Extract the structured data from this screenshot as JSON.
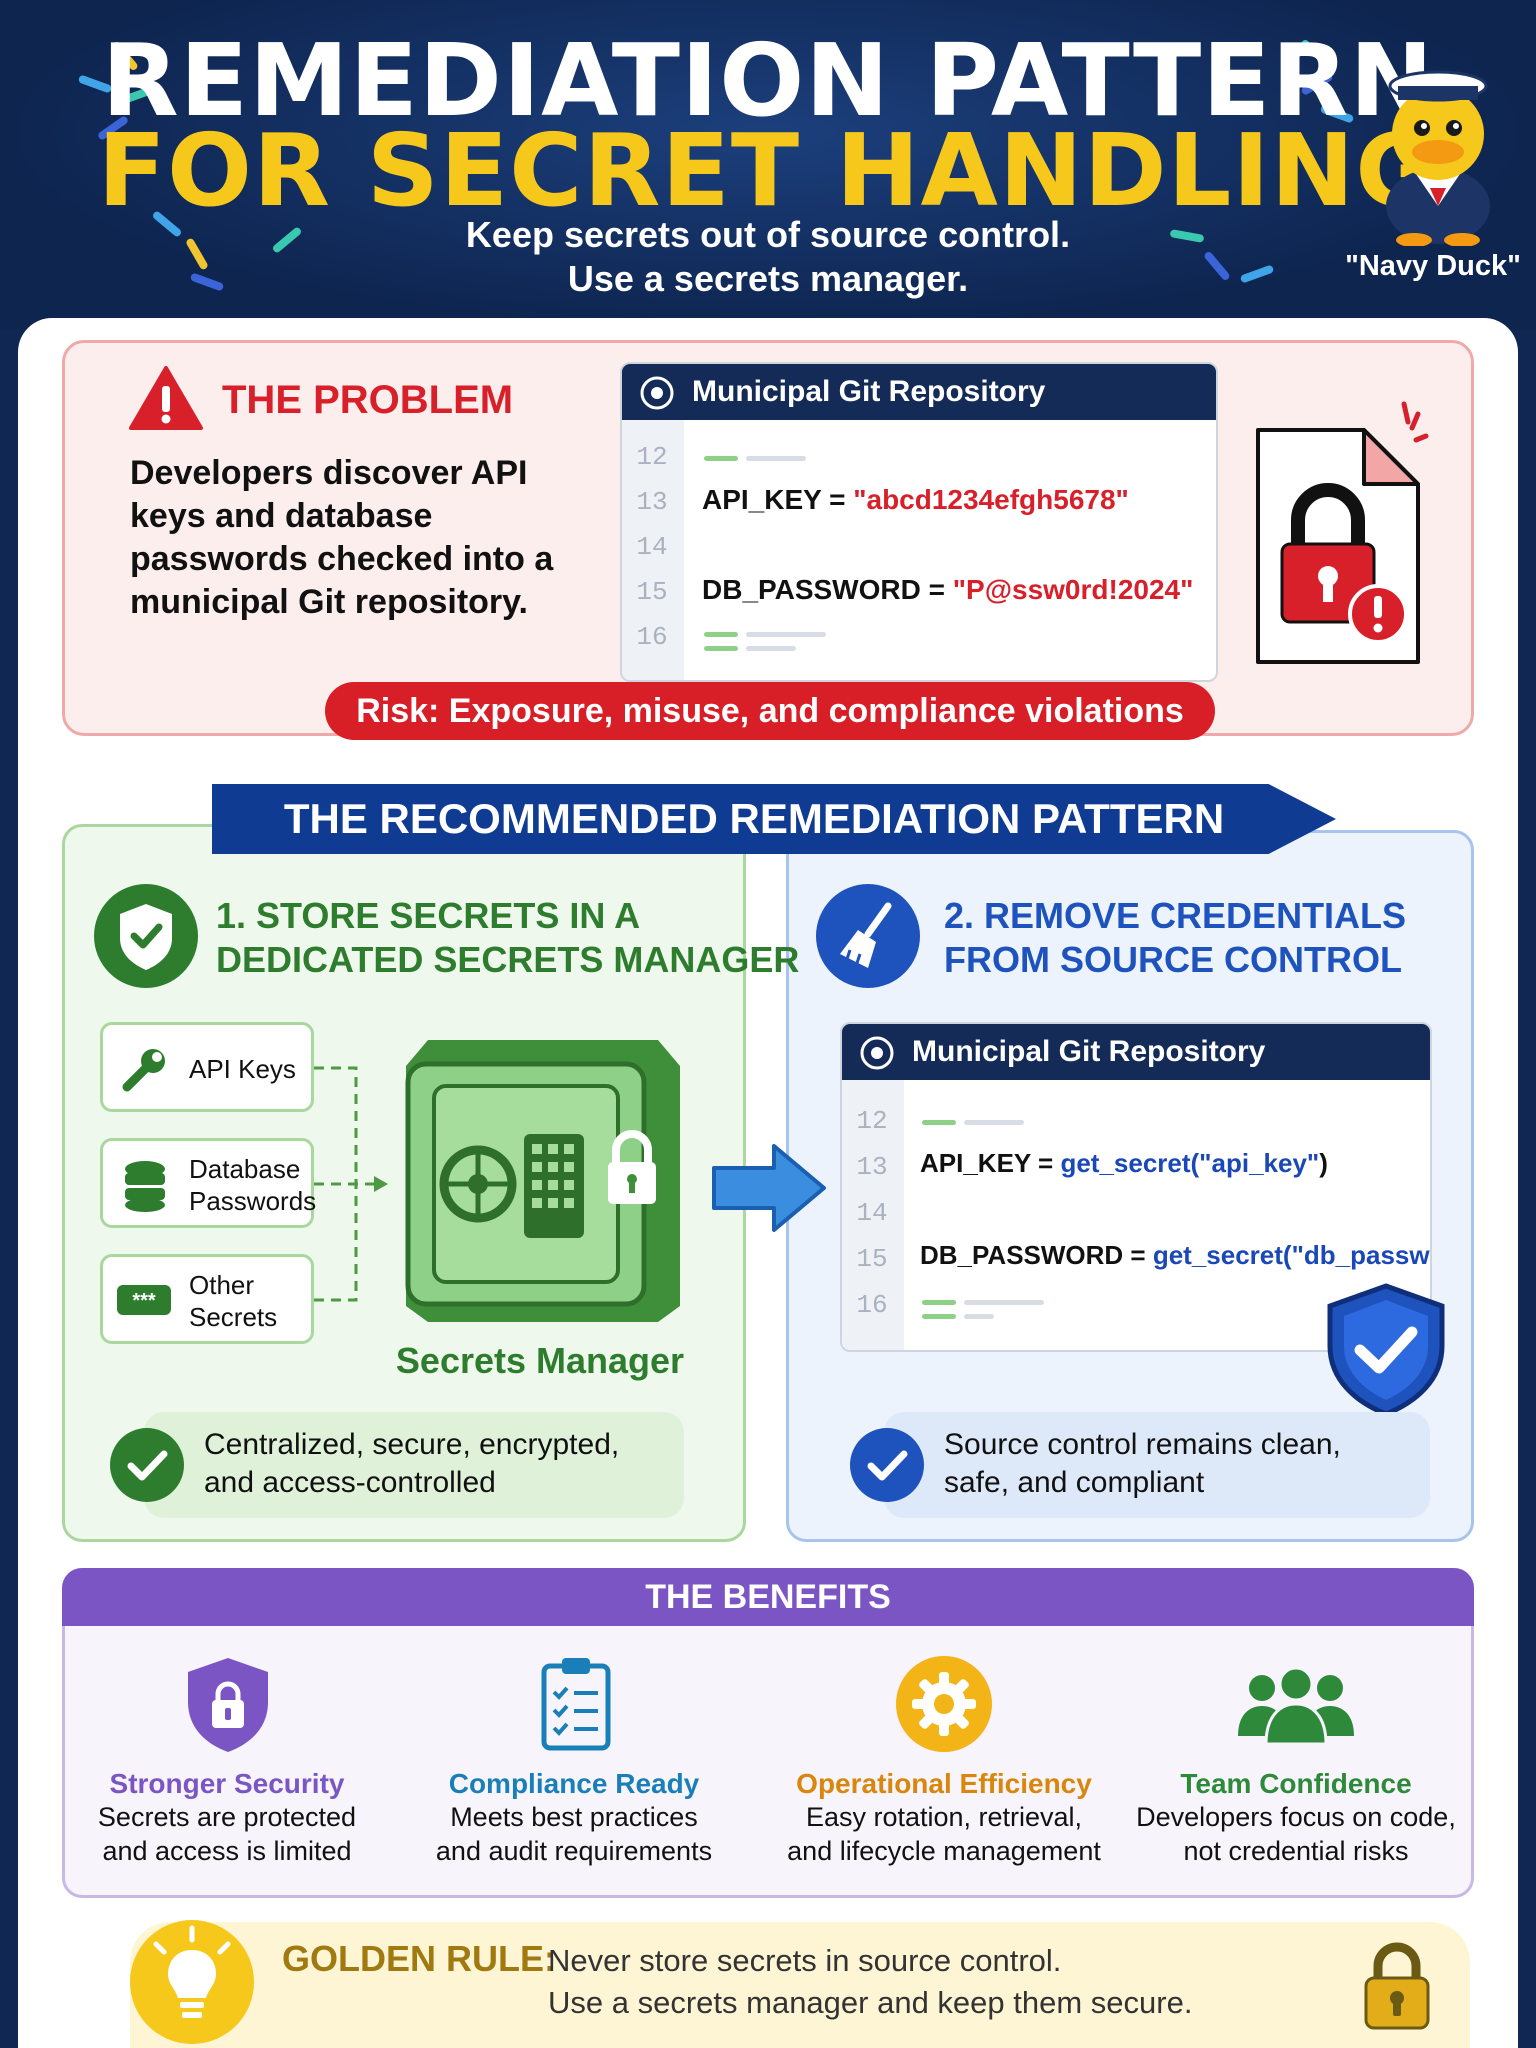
{
  "header": {
    "title_line1": "REMEDIATION PATTERN",
    "title_line2": "FOR SECRET HANDLING",
    "subtitle_line1": "Keep secrets out of source control.",
    "subtitle_line2": "Use a secrets manager.",
    "mascot_caption": "\"Navy Duck\""
  },
  "problem": {
    "title": "THE PROBLEM",
    "description": "Developers discover API keys and database passwords checked into a municipal Git repository.",
    "repo_title": "Municipal Git Repository",
    "line_numbers": [
      "12",
      "13",
      "14",
      "15",
      "16"
    ],
    "code_line1_key": "API_KEY = ",
    "code_line1_value": "\"abcd1234efgh5678\"",
    "code_line2_key": "DB_PASSWORD = ",
    "code_line2_value": "\"P@ssw0rd!2024\"",
    "risk": "Risk: Exposure, misuse, and compliance violations"
  },
  "pattern": {
    "banner": "THE RECOMMENDED REMEDIATION PATTERN",
    "step1": {
      "title_line1": "1. STORE SECRETS IN A",
      "title_line2": "DEDICATED SECRETS MANAGER",
      "chips": [
        {
          "line1": "API Keys",
          "line2": ""
        },
        {
          "line1": "Database",
          "line2": "Passwords"
        },
        {
          "line1": "Other",
          "line2": "Secrets"
        }
      ],
      "chip3_icon_text": "***",
      "manager_label": "Secrets Manager",
      "summary_line1": "Centralized, secure, encrypted,",
      "summary_line2": "and access-controlled"
    },
    "step2": {
      "title_line1": "2. REMOVE CREDENTIALS",
      "title_line2": "FROM SOURCE CONTROL",
      "repo_title": "Municipal Git Repository",
      "line_numbers": [
        "12",
        "13",
        "14",
        "15",
        "16"
      ],
      "code_line1_key": "API_KEY = ",
      "code_line1_fn": "get_secret(",
      "code_line1_arg": "\"api_key\"",
      "code_line1_close": ")",
      "code_line2_key": "DB_PASSWORD = ",
      "code_line2_fn": "get_secret(",
      "code_line2_arg": "\"db_password\"",
      "code_line2_close": ")",
      "summary_line1": "Source control remains clean,",
      "summary_line2": "safe, and compliant"
    }
  },
  "benefits": {
    "title": "THE BENEFITS",
    "items": [
      {
        "title": "Stronger Security",
        "line1": "Secrets are protected",
        "line2": "and access is limited",
        "color": "#7b55c4"
      },
      {
        "title": "Compliance Ready",
        "line1": "Meets best practices",
        "line2": "and audit requirements",
        "color": "#1a7fb8"
      },
      {
        "title": "Operational Efficiency",
        "line1": "Easy rotation, retrieval,",
        "line2": "and lifecycle management",
        "color": "#d9860e"
      },
      {
        "title": "Team Confidence",
        "line1": "Developers focus on code,",
        "line2": "not credential risks",
        "color": "#2e8a3a"
      }
    ]
  },
  "golden_rule": {
    "title": "GOLDEN RULE:",
    "line1": "Never store secrets in source control.",
    "line2": "Use a secrets manager and keep them secure."
  },
  "colors": {
    "navy": "#0f2752",
    "gold": "#f7c81c",
    "danger": "#d81e27",
    "green": "#2e7d2e",
    "blue": "#1e52bc",
    "purple": "#7b55c4"
  }
}
